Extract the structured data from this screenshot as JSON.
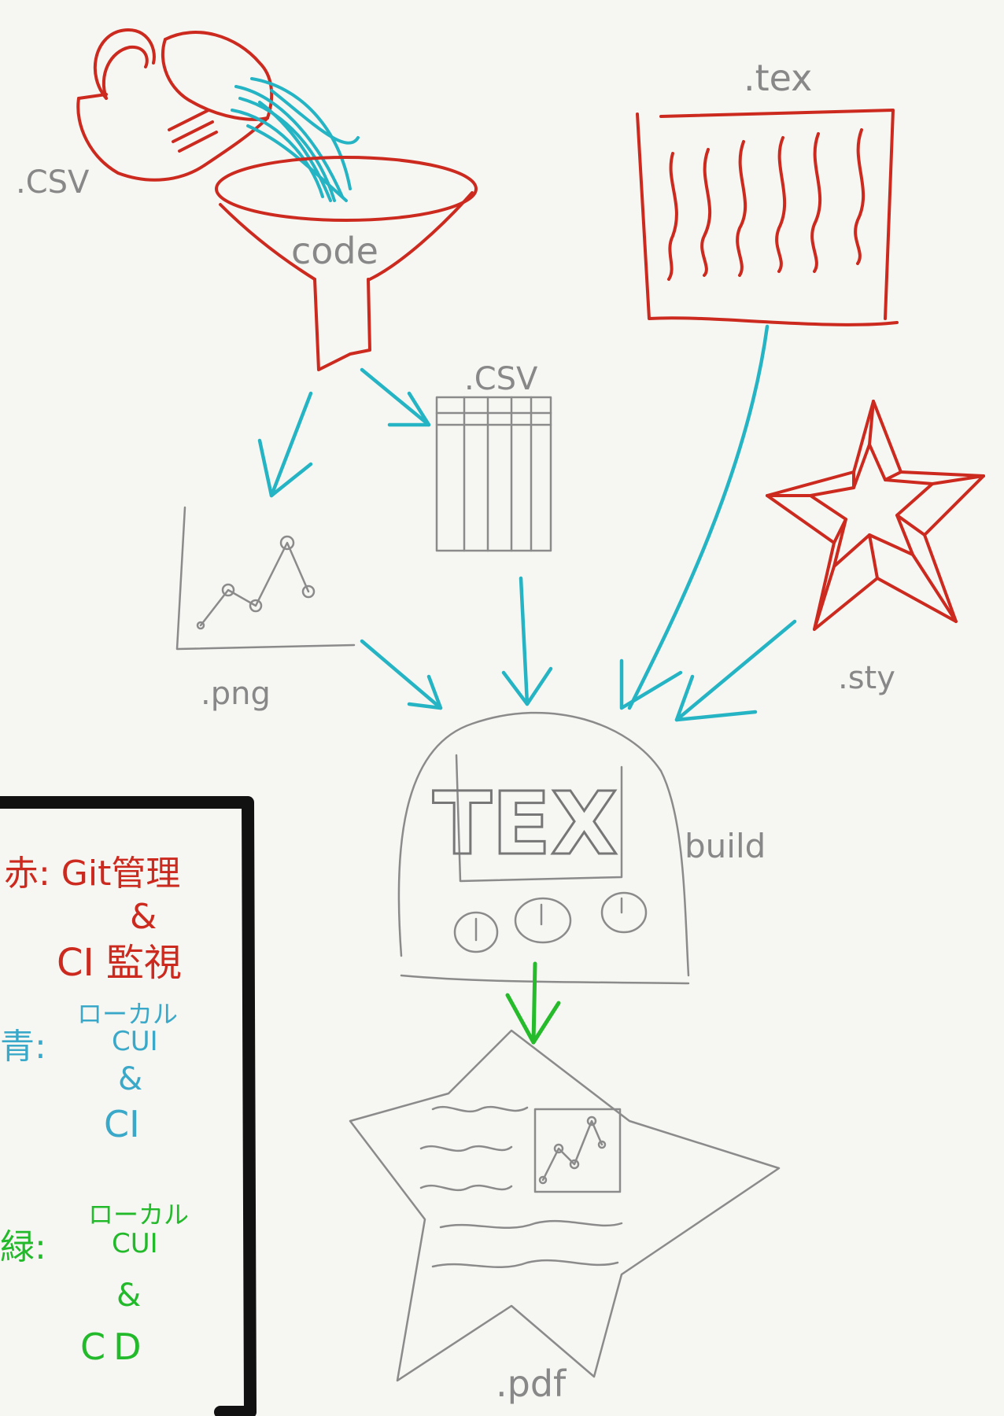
{
  "labels": {
    "csv_source": ".CSV",
    "code": "code",
    "tex": ".tex",
    "csv_output": ".CSV",
    "png": ".png",
    "sty": ".sty",
    "tex_logo": "TEX",
    "build": "build",
    "pdf": ".pdf"
  },
  "legend": {
    "red": {
      "line1": "赤: Git管理",
      "amp": "&",
      "line2": "CI 監視",
      "color": "#cc2a1f"
    },
    "blue": {
      "head": "青:",
      "l1": "ローカル",
      "l2": "CUI",
      "amp": "&",
      "l3": "CI",
      "color": "#3aa9c9"
    },
    "green": {
      "head": "緑:",
      "l1": "ローカル",
      "l2": "CUI",
      "amp": "&",
      "l3": "CD",
      "color": "#22b92a"
    }
  }
}
